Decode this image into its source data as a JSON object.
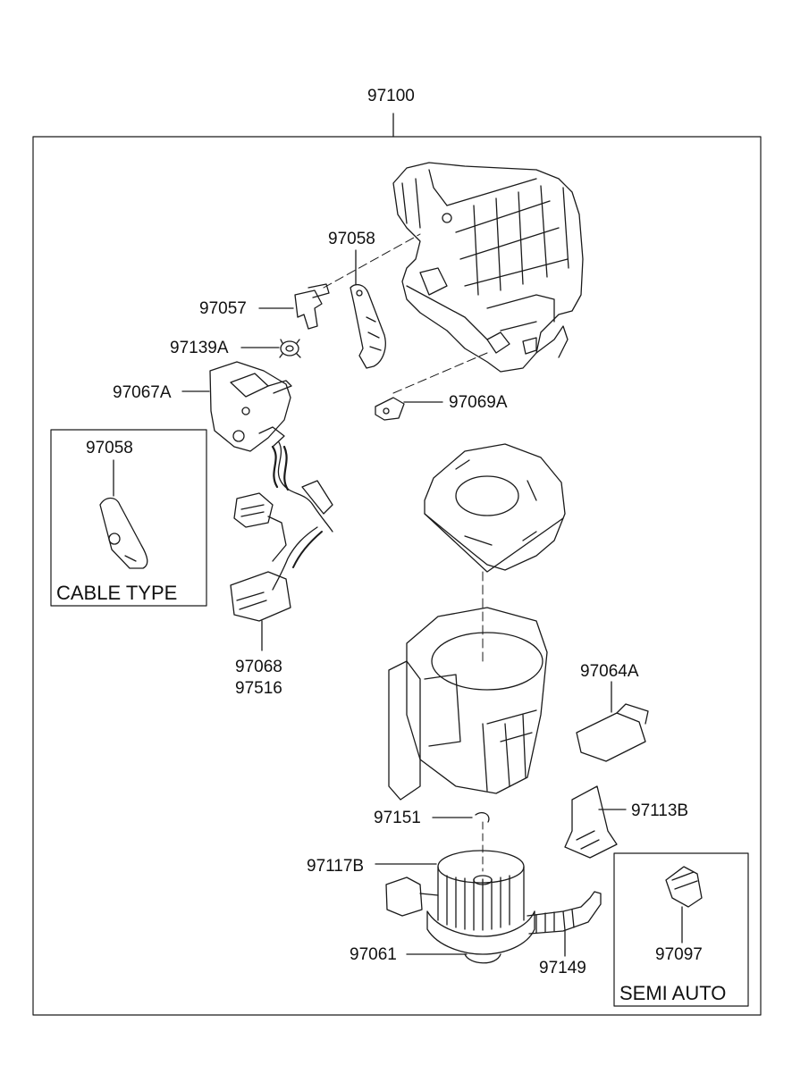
{
  "diagram": {
    "assembly_number": "97100",
    "parts": {
      "p97058_top": "97058",
      "p97057": "97057",
      "p97139A": "97139A",
      "p97067A": "97067A",
      "p97069A": "97069A",
      "p97058_cable": "97058",
      "p97068": "97068",
      "p97516": "97516",
      "p97064A": "97064A",
      "p97151": "97151",
      "p97113B": "97113B",
      "p97117B": "97117B",
      "p97061": "97061",
      "p97149": "97149",
      "p97097": "97097"
    },
    "insets": {
      "cable_type": "CABLE TYPE",
      "semi_auto": "SEMI AUTO"
    }
  }
}
